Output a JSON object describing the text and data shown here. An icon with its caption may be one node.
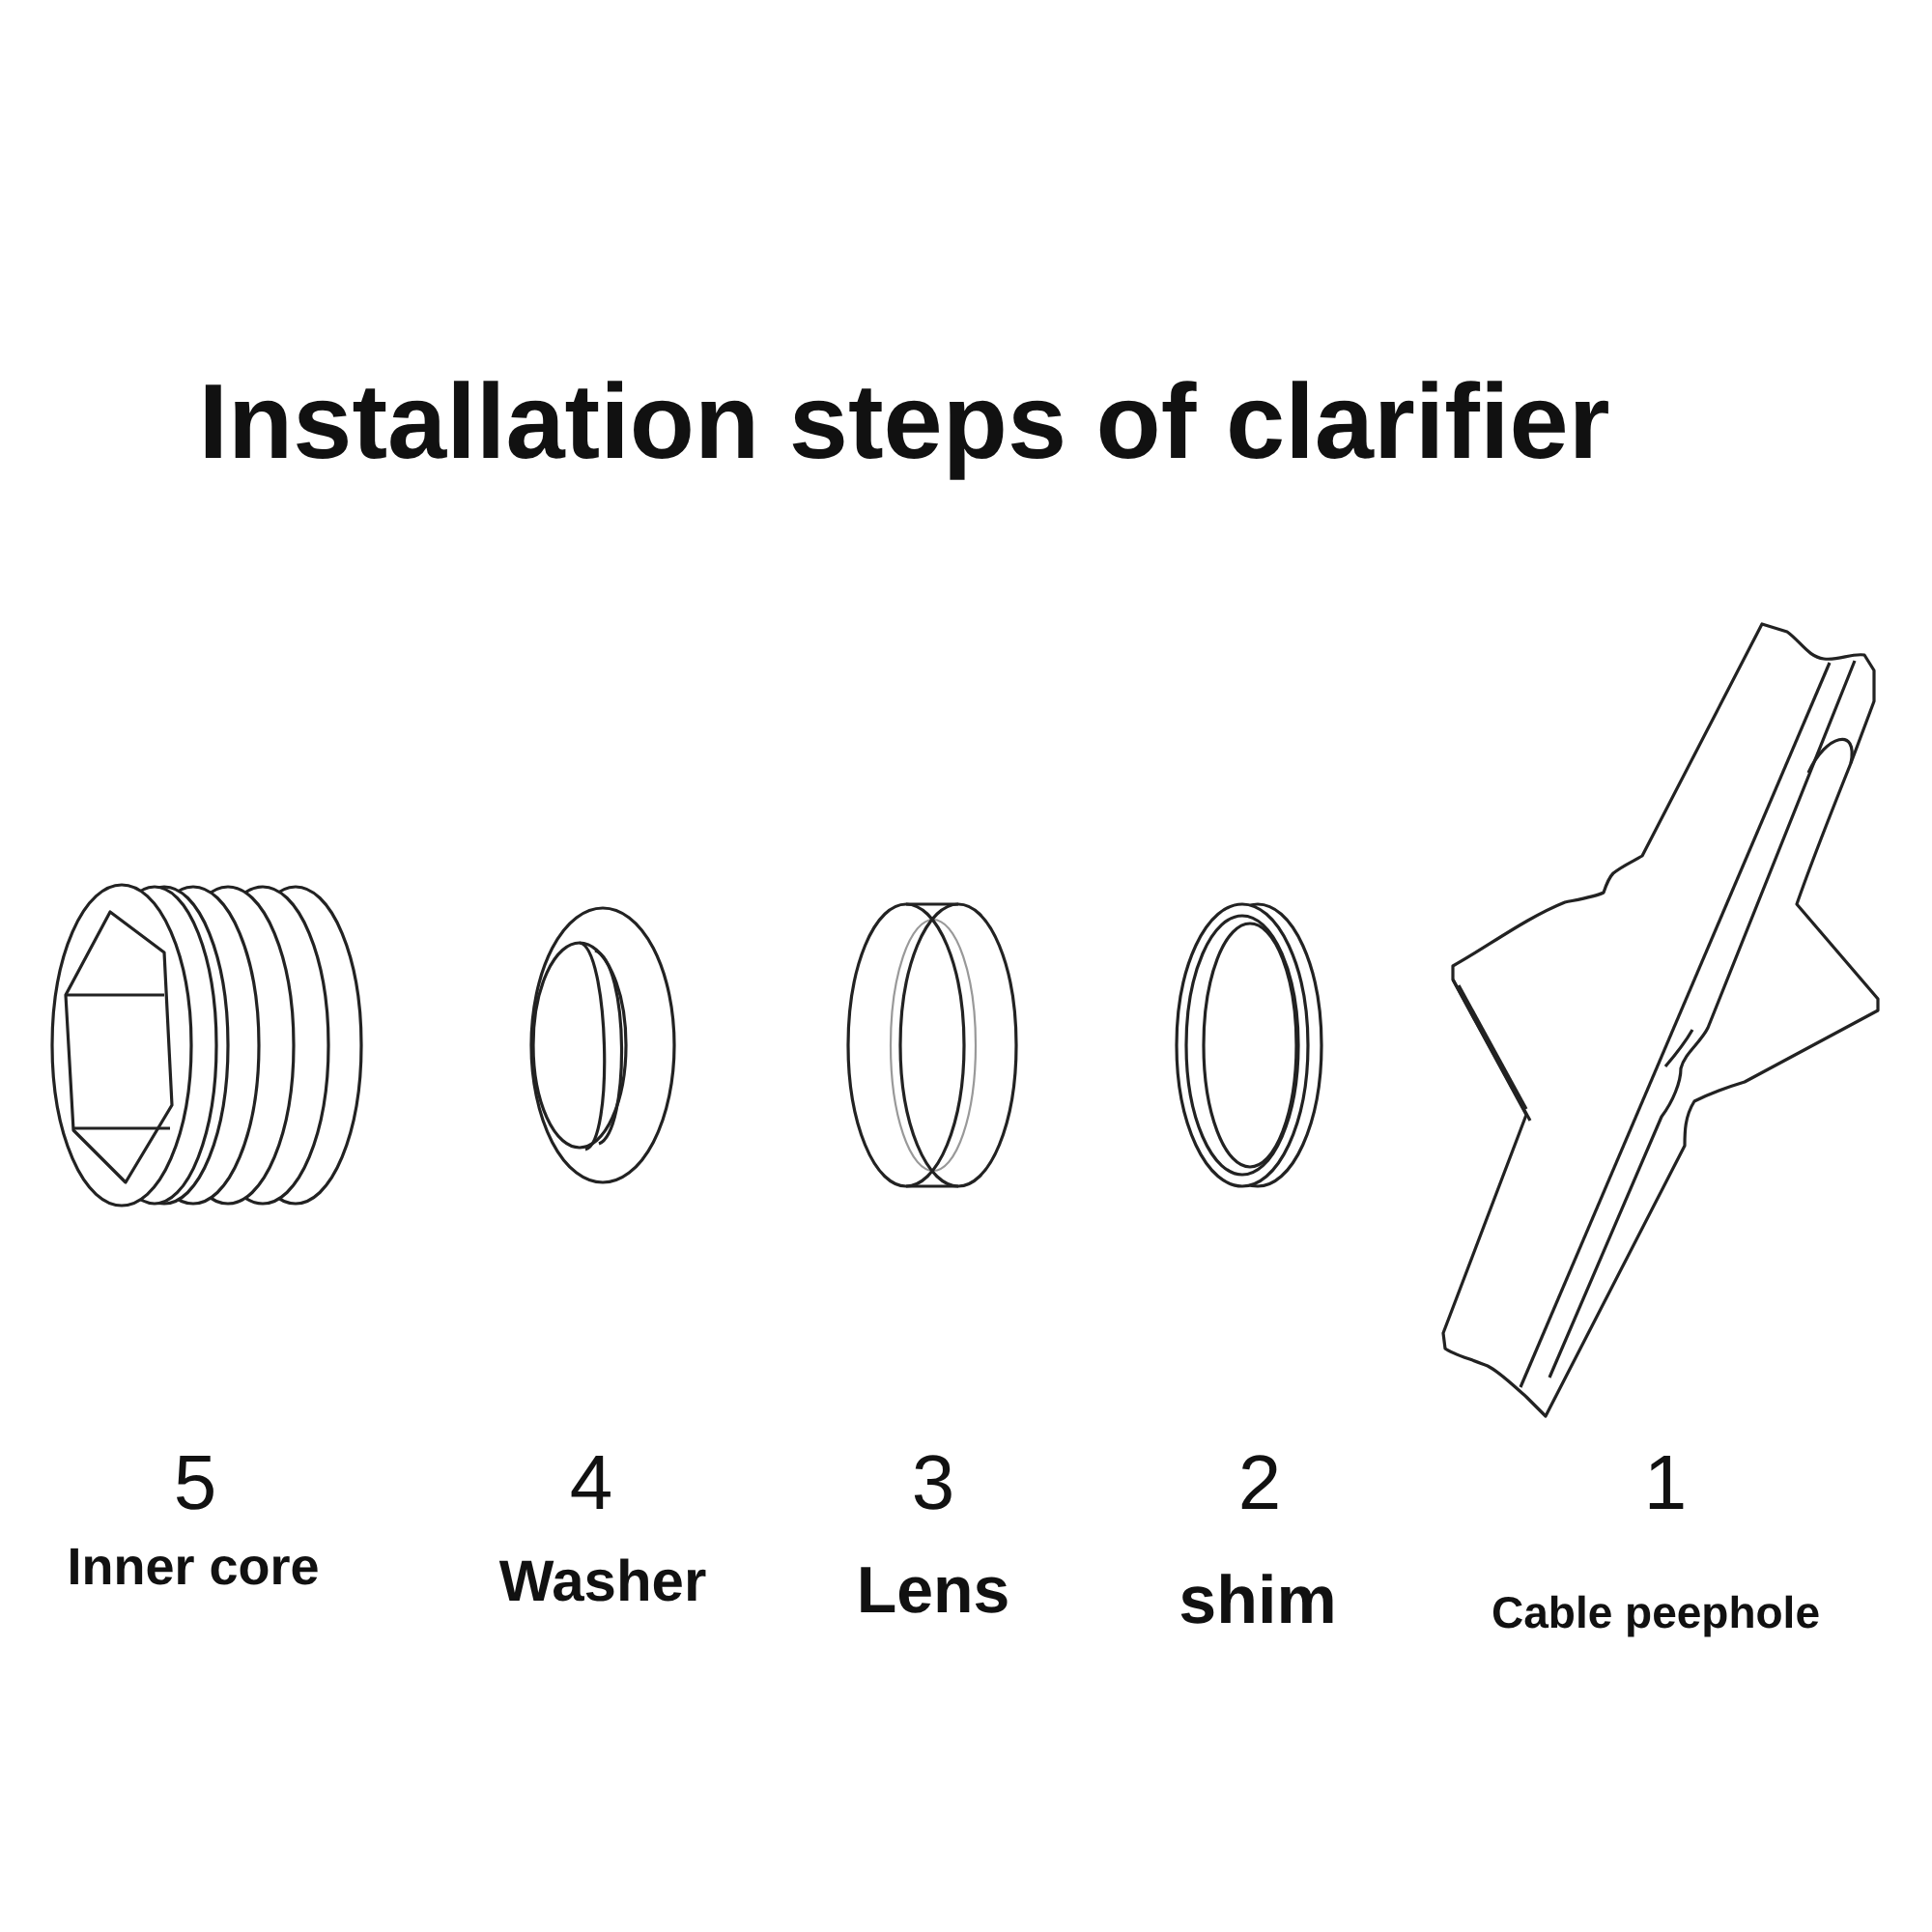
{
  "diagram": {
    "title": "Installation steps of clarifier",
    "labels": [
      "5",
      "Inner core",
      "4",
      "Washer",
      "3",
      "Lens",
      "2",
      "shim",
      "1",
      "Cable peephole"
    ]
  }
}
